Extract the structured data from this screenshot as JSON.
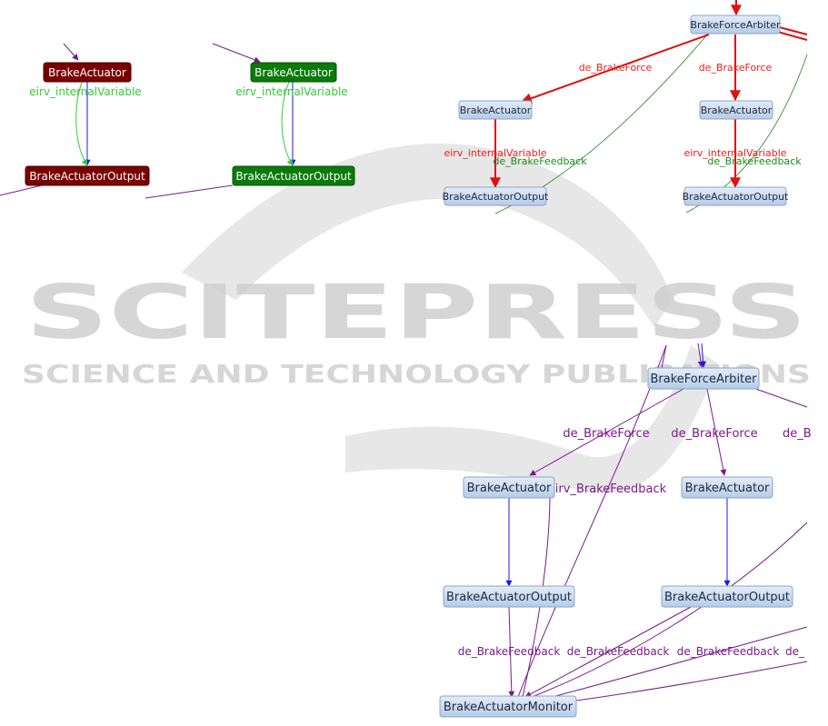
{
  "watermark": {
    "main": "SCITEPRESS",
    "sub": "SCIENCE AND TECHNOLOGY PUBLICATIONS"
  },
  "colors": {
    "dark_red": "#7a0000",
    "green": "#0a7a0a",
    "blue_node": "#c8d8ee",
    "red_edge": "#e01010",
    "purple_edge": "#7a1a8a",
    "blue_edge": "#1a1aee",
    "light_green_edge": "#33cc33",
    "dark_green_edge": "#1a8a1a"
  },
  "panel_a": {
    "actuator": "BrakeActuator",
    "output": "BrakeActuatorOutput",
    "edge_label": "eirv_internalVariable"
  },
  "panel_b": {
    "actuator": "BrakeActuator",
    "output": "BrakeActuatorOutput",
    "edge_label": "eirv_internalVariable"
  },
  "panel_c": {
    "arbiter": "BrakeForceArbiter",
    "actuator_left": "BrakeActuator",
    "actuator_right": "BrakeActuator",
    "output_left": "BrakeActuatorOutput",
    "output_right": "BrakeActuatorOutput",
    "label_force_left": "de_BrakeForce",
    "label_force_right": "de_BrakeForce",
    "label_internal_left": "eirv_internalVariable",
    "label_feedback_left": "de_BrakeFeedback",
    "label_internal_right": "eirv_internalVariable",
    "label_feedback_right": "de_BrakeFeedback"
  },
  "panel_d": {
    "arbiter": "BrakeForceArbiter",
    "actuator_left": "BrakeActuator",
    "actuator_right": "BrakeActuator",
    "output_left": "BrakeActuatorOutput",
    "output_right": "BrakeActuatorOutput",
    "monitor": "BrakeActuatorMonitor",
    "label_force_1": "de_BrakeForce",
    "label_force_2": "de_BrakeForce",
    "label_force_3": "de_B",
    "label_eirv_feedback": "eirv_BrakeFeedback",
    "label_feedback_1": "de_BrakeFeedback",
    "label_feedback_2": "de_BrakeFeedback",
    "label_feedback_3": "de_BrakeFeedback",
    "label_feedback_4": "de_"
  }
}
